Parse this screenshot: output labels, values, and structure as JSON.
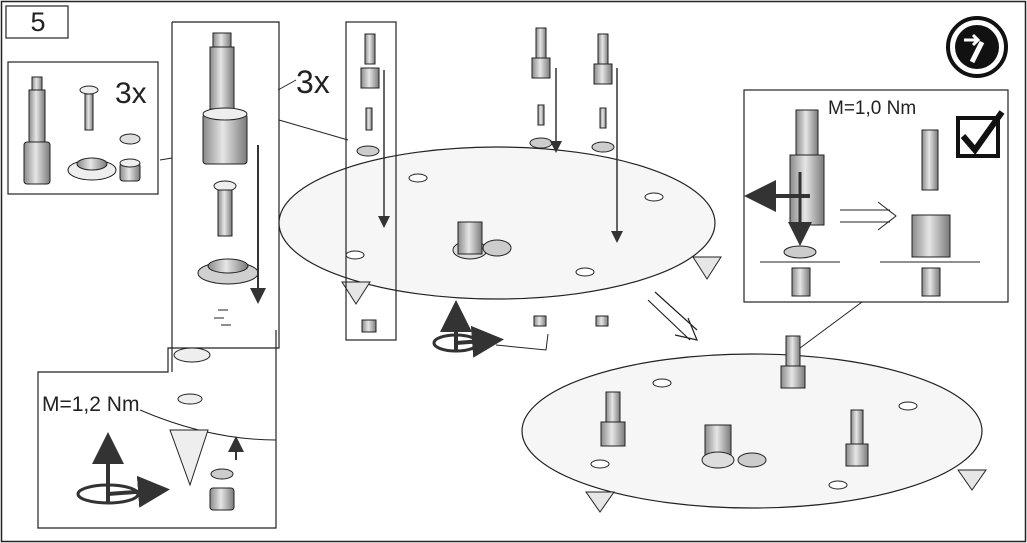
{
  "step": {
    "number": "5"
  },
  "parts_box": {
    "quantity": "3x"
  },
  "exploded_view": {
    "quantity": "3x"
  },
  "detail_check": {
    "torque": "M=1,0 Nm",
    "ok_icon": "checkmark-box-icon"
  },
  "detail_nut": {
    "torque": "M=1,2 Nm"
  },
  "tool_icon": "screwdriver-circle-icon",
  "colors": {
    "line": "#222222",
    "part_fill": "#d9d9d9",
    "plate_fill": "#f4f4f4",
    "arrow": "#333333"
  }
}
